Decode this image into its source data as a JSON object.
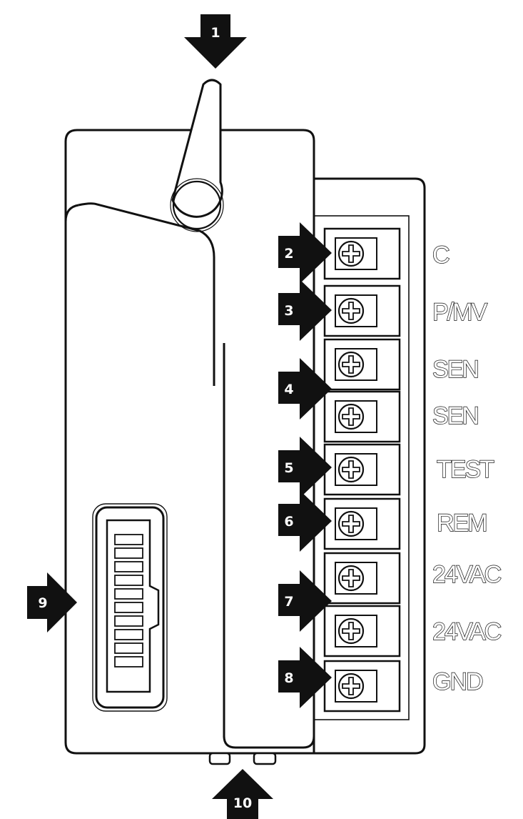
{
  "callouts": [
    "1",
    "2",
    "3",
    "4",
    "5",
    "6",
    "7",
    "8",
    "9",
    "10"
  ],
  "terminals": [
    "C",
    "P/MV",
    "SEN",
    "SEN",
    "TEST",
    "REM",
    "24VAC",
    "24VAC",
    "GND"
  ],
  "colors": {
    "stroke": "#111111",
    "fill": "#ffffff",
    "arrow": "#111111"
  }
}
